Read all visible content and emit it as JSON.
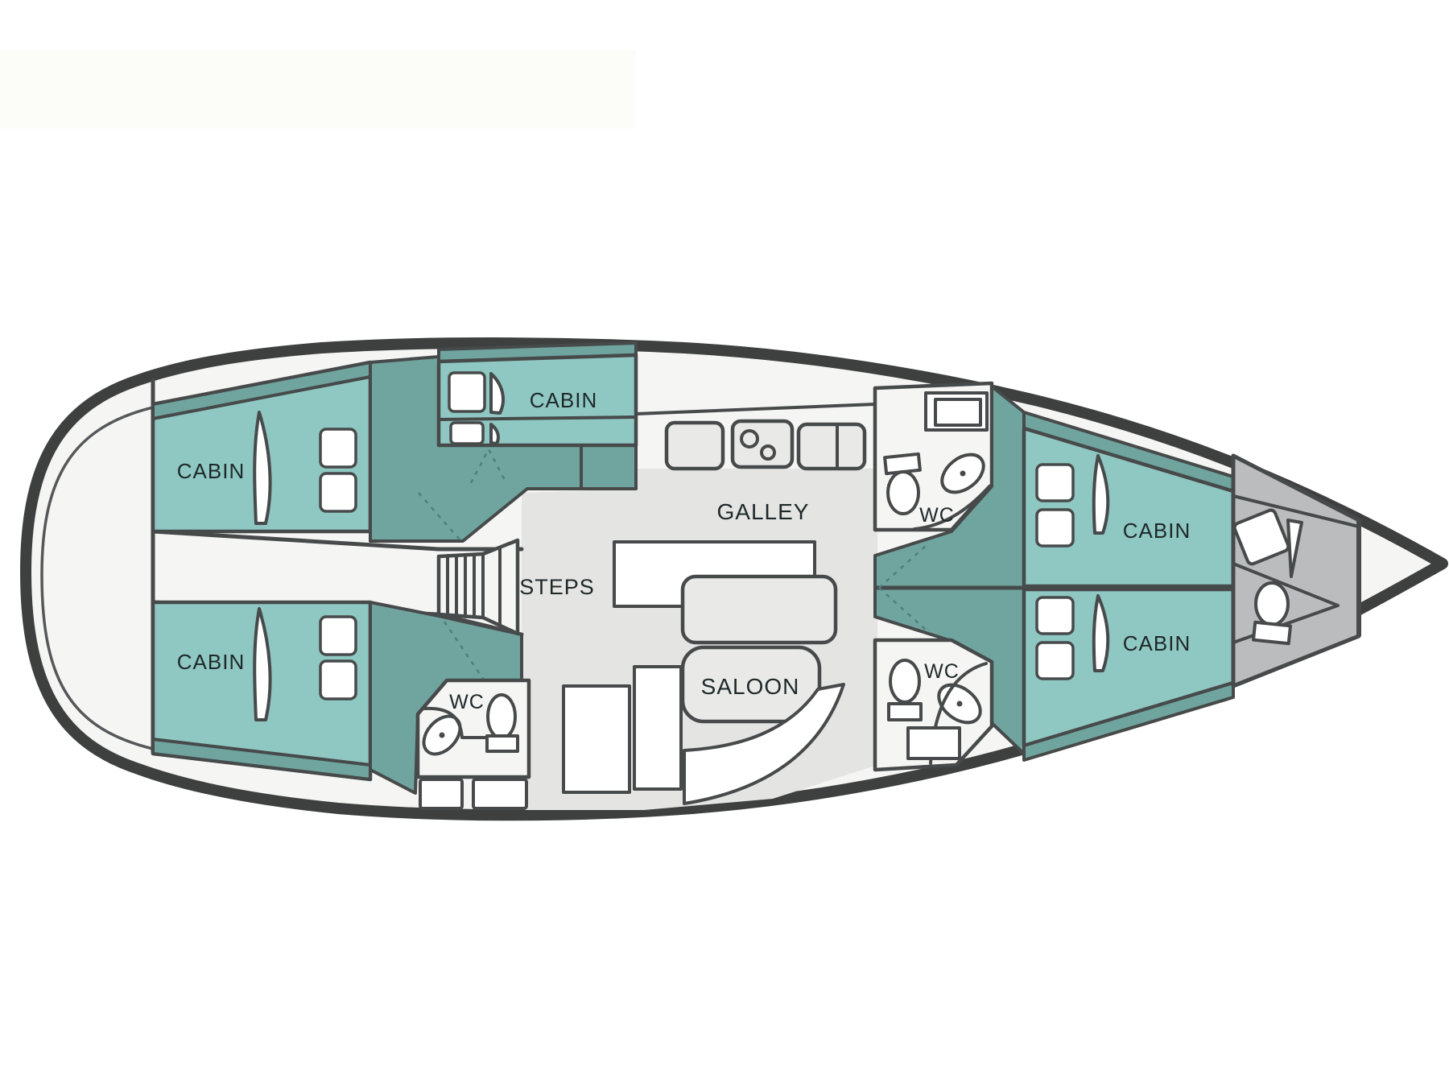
{
  "colors": {
    "hull": "#3e4040",
    "wall": "#474a4a",
    "deck": "#f5f5f4",
    "floor": "#e4e4e3",
    "seat": "#e9e9e8",
    "cabin-teal": "#8fc7c2",
    "locker-teal": "#6fa49f",
    "bow-gray": "#bbbcbe",
    "label-ink": "#1e2829",
    "dash-teal": "#4e7f7c"
  },
  "rooms": {
    "aft_port_cabin": {
      "label": "CABIN"
    },
    "aft_starboard_cabin": {
      "label": "CABIN"
    },
    "bunk_cabin": {
      "label": "CABIN"
    },
    "forward_port_cabin": {
      "label": "CABIN"
    },
    "forward_starboard_cabin": {
      "label": "CABIN"
    },
    "galley": {
      "label": "GALLEY"
    },
    "saloon": {
      "label": "SALOON"
    },
    "companionway": {
      "label": "STEPS"
    },
    "aft_wc": {
      "label": "WC"
    },
    "forward_port_wc": {
      "label": "WC"
    },
    "forward_starboard_wc": {
      "label": "WC"
    }
  }
}
